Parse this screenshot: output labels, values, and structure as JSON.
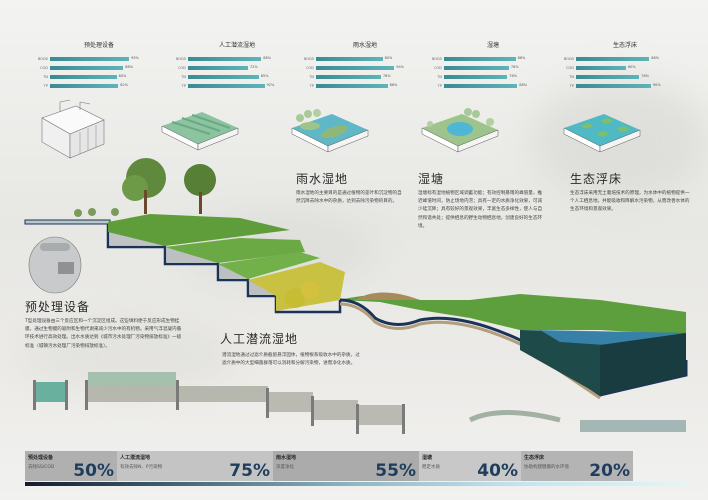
{
  "modules": [
    {
      "id": "pretreatment",
      "title": "预处理设备",
      "mini_chart_title": "预处理设备",
      "description": "T型处理设备由三个反应区和一个沉淀区组成。这些填料便于反应形成生物挂膜，通过生物膜的吸附和生物代谢来减少污水中的有机物。采用气浮混凝内循环技术进行高效处理。出水水质达到《城市污水处理厂污染物排放标准》一级标准（城镇污水处理厂污染物排放标准）。",
      "stat_sub": "去除SS/COD",
      "percent": "50%"
    },
    {
      "id": "subsurface",
      "title": "人工潜流湿地",
      "mini_chart_title": "人工潜流湿地",
      "description": "潜流湿地通过过滤介质截留悬浮固体，植物根系吸收水中的杂质，过滤介质中的大型细菌群落可以消耗和分解污染物，进而净化水质。",
      "stat_sub": "有效去除N、P污染物",
      "percent": "75%"
    },
    {
      "id": "rain",
      "title": "雨水湿地",
      "mini_chart_title": "雨水湿地",
      "description": "雨水湿地的主要目的是通过植物的茎叶和沉淀物的自然沉降去除水中的杂质，达到去除污染物的目的。",
      "stat_sub": "深度净化",
      "percent": "55%"
    },
    {
      "id": "pond",
      "title": "湿塘",
      "mini_chart_title": "湿塘",
      "description": "湿塘标有湿地植物区域调蓄功能；有效控制暴雨的峰值量，推迟峰值时间，防止场地内涝；具有一定的水质净化效果，可减少硅沉降；具有较好的景观效果，丰富生态多样性，使人与自然和谐共处；提供栖息的野生动物栖息地，创建良好的生态环境。",
      "stat_sub": "稳定水质",
      "percent": "40%"
    },
    {
      "id": "floating",
      "title": "生态浮床",
      "mini_chart_title": "生态浮床",
      "description": "生态浮床采用无土栽培技术的原理，为水体中的植物提供一个人工栖息地，并能吸收和降解水污染物，从而改善水体的生态环境和景观效果。",
      "stat_sub": "协助构建健康的水环境",
      "percent": "20%"
    }
  ],
  "chart_data": [
    {
      "type": "bar",
      "title": "预处理设备",
      "categories": [
        "BOD5",
        "COD",
        "TN",
        "TP"
      ],
      "values": [
        95,
        88,
        80,
        82
      ],
      "orientation": "horizontal"
    },
    {
      "type": "bar",
      "title": "人工潜流湿地",
      "categories": [
        "BOD5",
        "COD",
        "TN",
        "TP"
      ],
      "values": [
        88,
        72,
        85,
        92
      ],
      "orientation": "horizontal"
    },
    {
      "type": "bar",
      "title": "雨水湿地",
      "categories": [
        "BOD5",
        "COD",
        "TN",
        "TP"
      ],
      "values": [
        80,
        94,
        78,
        86
      ],
      "orientation": "horizontal"
    },
    {
      "type": "bar",
      "title": "湿塘",
      "categories": [
        "BOD5",
        "COD",
        "TN",
        "TP"
      ],
      "values": [
        86,
        78,
        76,
        88
      ],
      "orientation": "horizontal"
    },
    {
      "type": "bar",
      "title": "生态浮床",
      "categories": [
        "BOD5",
        "COD",
        "TN",
        "TP"
      ],
      "values": [
        88,
        60,
        76,
        90
      ],
      "orientation": "horizontal"
    }
  ],
  "colors": {
    "bar": "#4a9aa2",
    "percent_text": "#1f3e5e",
    "water": "#3b8fa8",
    "vegetation": "#4f9a3c"
  }
}
